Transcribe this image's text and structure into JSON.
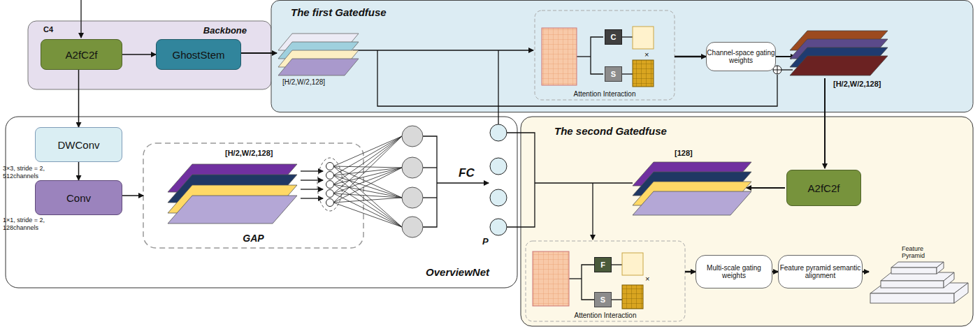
{
  "diagram": {
    "nodes": [
      {
        "text": [
          "Backbone"
        ]
      },
      {
        "text": [
          "A2fC2f"
        ],
        "in": 0
      },
      {
        "text": [
          "GhostStem"
        ],
        "in": 0
      },
      {
        "text": [
          "The first Gatedfuse"
        ]
      },
      {
        "text": [
          "Attention Interaction"
        ],
        "in": 3
      },
      {
        "text": [
          "C"
        ],
        "in": 4
      },
      {
        "text": [
          "S"
        ],
        "in": 4
      },
      {
        "text": [
          "Channel-space gating weights"
        ],
        "in": 3
      },
      {
        "text": [
          "OverviewNet"
        ]
      },
      {
        "text": [
          "DWConv"
        ],
        "in": 8
      },
      {
        "text": [
          "Conv"
        ],
        "in": 8
      },
      {
        "text": [
          "GAP"
        ],
        "in": 8
      },
      {
        "text": [
          "The second Gatedfuse"
        ]
      },
      {
        "text": [
          "A2fC2f"
        ],
        "in": 12
      },
      {
        "text": [
          "Attention Interaction"
        ],
        "in": 12
      },
      {
        "text": [
          "F"
        ],
        "in": 14
      },
      {
        "text": [
          "S"
        ],
        "in": 14
      },
      {
        "text": [
          "Multi-scale gating weights"
        ],
        "in": 12
      },
      {
        "text": [
          "Feature pyramid semantic alignment"
        ],
        "in": 12
      }
    ],
    "edges": [
      {
        "from": 1,
        "to": 2,
        "arrow": "to"
      },
      {
        "from": 1,
        "to": 9,
        "arrow": "to"
      },
      {
        "from": 9,
        "to": 10,
        "arrow": "to"
      },
      {
        "from": 10,
        "to": 11,
        "arrow": "to"
      },
      {
        "from": 4,
        "to": 7,
        "arrow": "to"
      },
      {
        "from": 14,
        "to": 17,
        "arrow": "to"
      },
      {
        "from": 17,
        "to": 18,
        "arrow": "to"
      }
    ],
    "labels": [
      "C4",
      "3×3, stride = 2, 512channels",
      "1×1, stride = 2, 128channels",
      "[H/2,W/2,128]",
      "×",
      "[H/2,W/2,128]",
      "[H/2,W/2,128]",
      "FC",
      "P",
      "[128]",
      "×",
      "Feature Pyramid"
    ]
  }
}
